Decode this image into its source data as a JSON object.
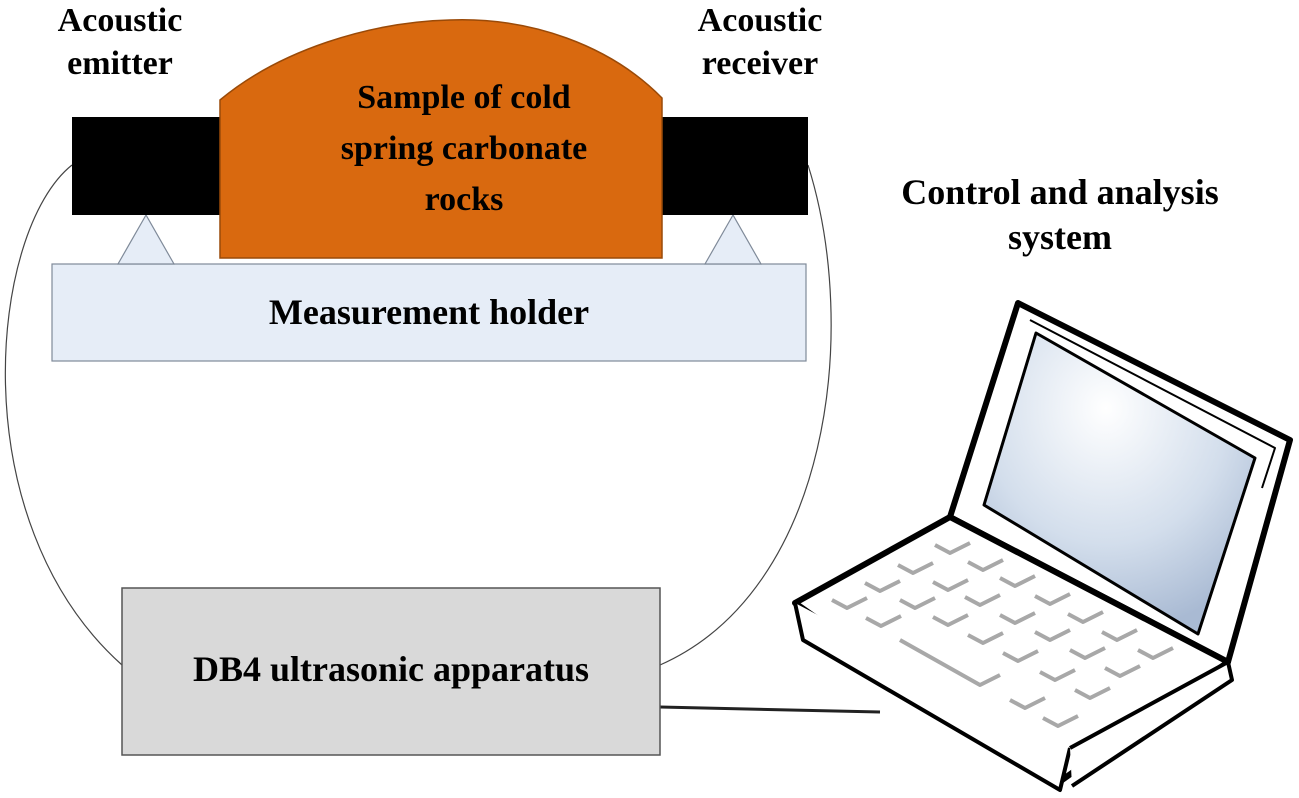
{
  "labels": {
    "emitter": [
      "Acoustic",
      "emitter"
    ],
    "receiver": [
      "Acoustic",
      "receiver"
    ],
    "sample": [
      "Sample of cold",
      "spring carbonate",
      "rocks"
    ],
    "holder": "Measurement holder",
    "control": [
      "Control and analysis",
      "system"
    ],
    "apparatus": "DB4 ultrasonic apparatus"
  },
  "colors": {
    "sample_fill": "#d9690f",
    "transducer_fill": "#000000",
    "holder_fill": "#e6edf7",
    "holder_stroke": "#7f8a99",
    "apparatus_fill": "#d9d9d9",
    "apparatus_stroke": "#555555",
    "screen_fill": "#c9d6e8",
    "wire": "#444444"
  }
}
